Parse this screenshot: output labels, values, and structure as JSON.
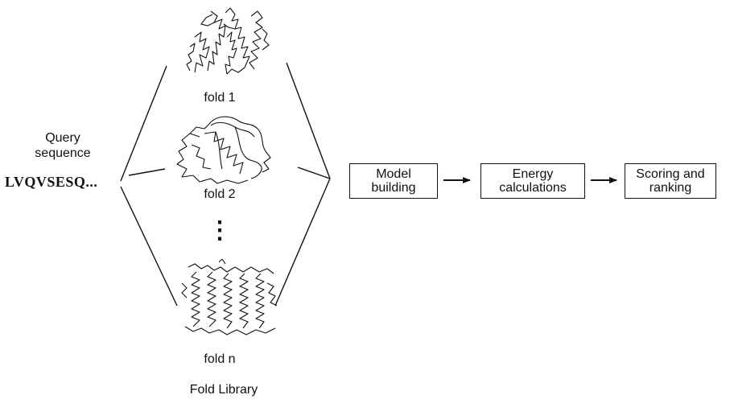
{
  "query": {
    "label_line1": "Query",
    "label_line2": "sequence",
    "sequence": "LVQVSESQ..."
  },
  "library": {
    "title": "Fold Library",
    "folds": [
      {
        "label": "fold 1",
        "icon": "alpha-helical-protein-fold-icon"
      },
      {
        "label": "fold 2",
        "icon": "beta-barrel-protein-fold-icon"
      },
      {
        "label": "fold n",
        "icon": "transmembrane-helix-bundle-fold-icon"
      }
    ],
    "ellipsis": "⋮"
  },
  "pipeline": [
    {
      "line1": "Model",
      "line2": "building"
    },
    {
      "line1": "Energy",
      "line2": "calculations"
    },
    {
      "line1": "Scoring and",
      "line2": "ranking"
    }
  ],
  "colors": {
    "ink": "#111111",
    "background": "#ffffff"
  }
}
